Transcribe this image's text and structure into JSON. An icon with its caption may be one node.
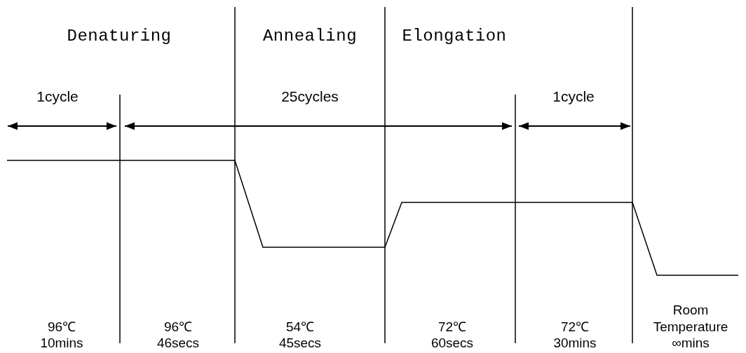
{
  "diagram": {
    "labels": [
      "Denaturing",
      "Annealing",
      "Elongation",
      "1cycle",
      "25cycles",
      "1cycle",
      "96℃ 10mins",
      "96℃ 46secs",
      "54℃ 45secs",
      "72℃ 60secs",
      "72℃ 30mins",
      "Room Temperature ∞mins"
    ]
  }
}
